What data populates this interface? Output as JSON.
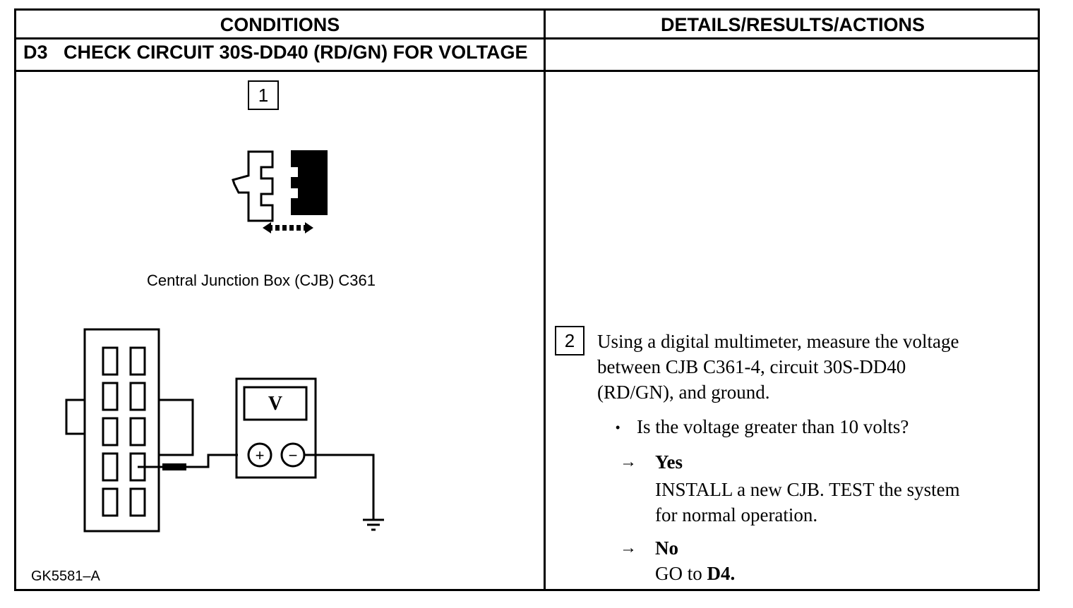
{
  "header": {
    "conditions": "CONDITIONS",
    "details": "DETAILS/RESULTS/ACTIONS"
  },
  "step": {
    "id": "D3",
    "title": "CHECK CIRCUIT 30S-DD40 (RD/GN) FOR VOLTAGE"
  },
  "left": {
    "step_number": "1",
    "connector_caption": "Central Junction Box (CJB) C361",
    "meter_label": "V",
    "meter_plus": "+",
    "meter_minus": "−",
    "figure_id": "GK5581–A"
  },
  "right": {
    "step_number": "2",
    "instruction_lines": [
      "Using a digital multimeter, measure the voltage",
      "between CJB C361-4, circuit 30S-DD40",
      "(RD/GN), and ground."
    ],
    "question": "Is the voltage greater than 10 volts?",
    "yes": {
      "arrow": "→",
      "label": "Yes",
      "lines": [
        "INSTALL a new CJB. TEST the system",
        "for normal operation."
      ]
    },
    "no": {
      "arrow": "→",
      "label": "No",
      "action_prefix": "GO to ",
      "action_target": "D4."
    }
  }
}
